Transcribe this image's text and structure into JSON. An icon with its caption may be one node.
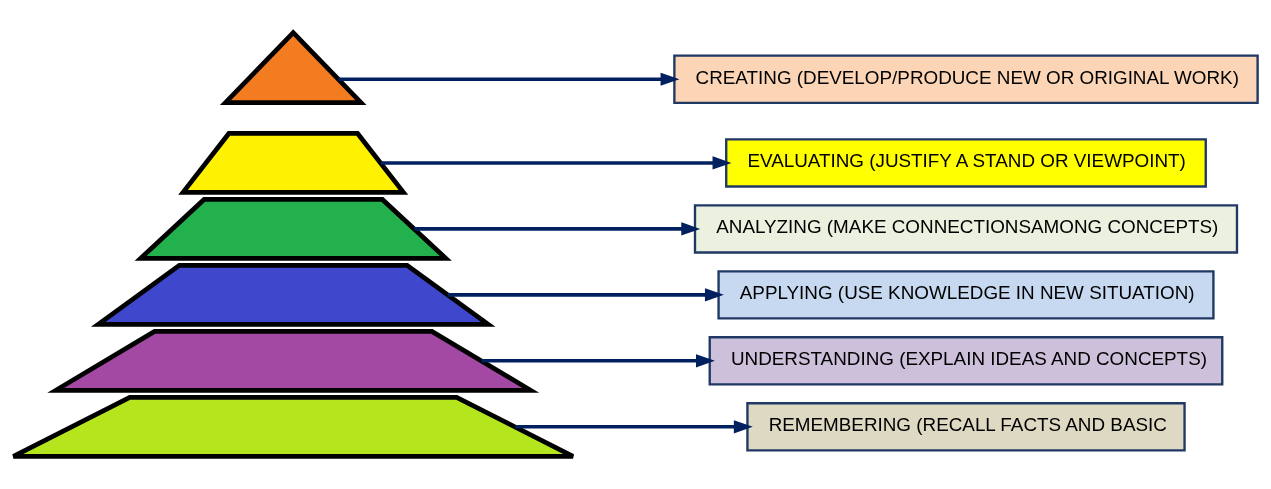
{
  "diagram": {
    "nodes": [
      {
        "text": [],
        "shape": "triangle"
      },
      {
        "text": [
          "CREATING (DEVELOP/PRODUCE NEW OR ORIGINAL WORK)"
        ]
      },
      {
        "text": [],
        "shape": "trapezium"
      },
      {
        "text": [
          "EVALUATING (JUSTIFY A STAND OR VIEWPOINT)"
        ]
      },
      {
        "text": [],
        "shape": "trapezium"
      },
      {
        "text": [
          "ANALYZING (MAKE CONNECTIONSAMONG CONCEPTS)"
        ]
      },
      {
        "text": [],
        "shape": "trapezium"
      },
      {
        "text": [
          "APPLYING (USE KNOWLEDGE IN NEW SITUATION)"
        ]
      },
      {
        "text": [],
        "shape": "trapezium"
      },
      {
        "text": [
          "UNDERSTANDING (EXPLAIN IDEAS AND CONCEPTS)"
        ]
      },
      {
        "text": [],
        "shape": "trapezium"
      },
      {
        "text": [
          "REMEMBERING (RECALL FACTS AND BASIC"
        ]
      }
    ],
    "edges": [
      {
        "from": 0,
        "to": 1,
        "arrow": "to"
      },
      {
        "from": 2,
        "to": 3,
        "arrow": "to"
      },
      {
        "from": 4,
        "to": 5,
        "arrow": "to"
      },
      {
        "from": 6,
        "to": 7,
        "arrow": "to"
      },
      {
        "from": 8,
        "to": 9,
        "arrow": "to"
      },
      {
        "from": 10,
        "to": 11,
        "arrow": "to"
      }
    ]
  }
}
